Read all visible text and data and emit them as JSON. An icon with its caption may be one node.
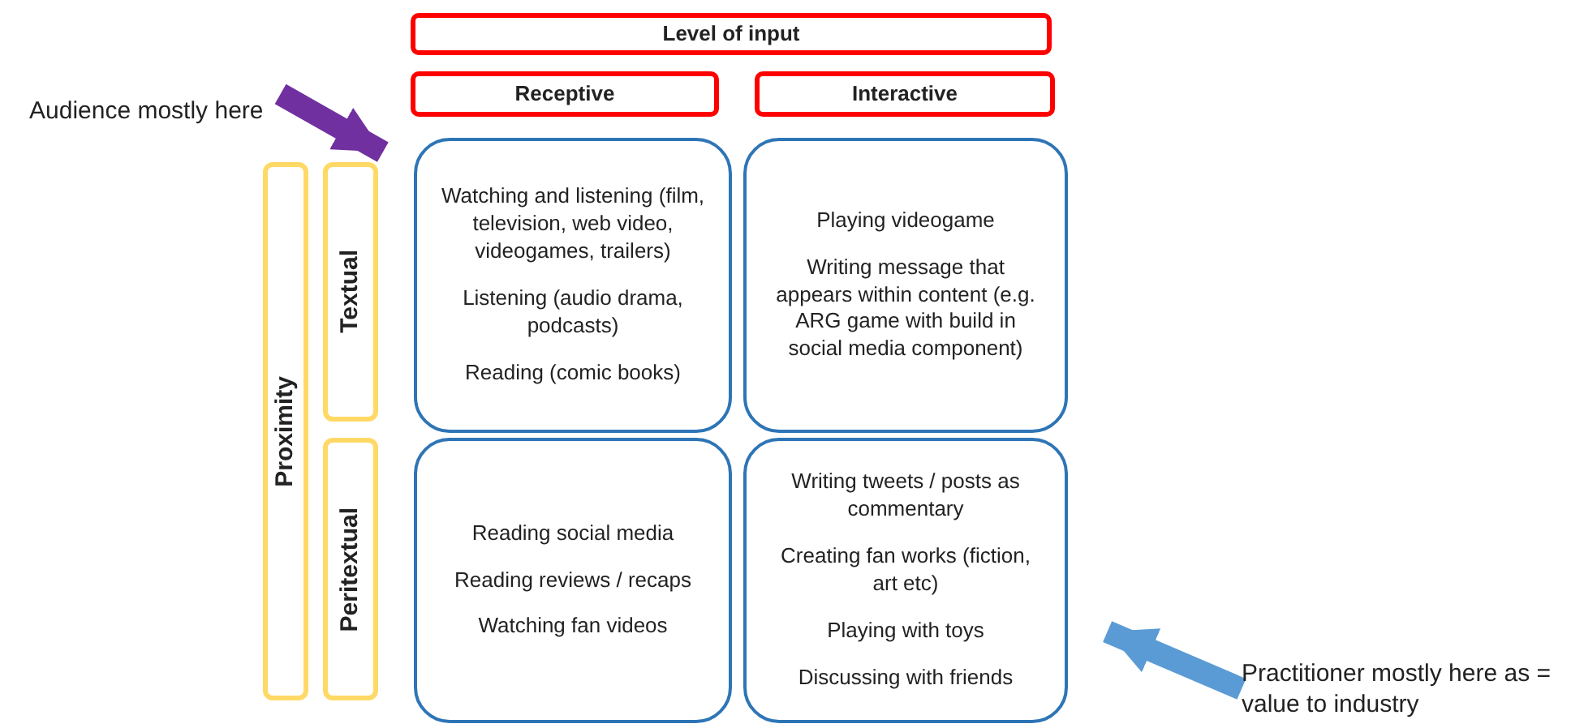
{
  "diagram": {
    "nodes": [
      {
        "text": [
          "Level of input"
        ]
      },
      {
        "text": [
          "Receptive"
        ]
      },
      {
        "text": [
          "Interactive"
        ]
      },
      {
        "text": [
          "Proximity"
        ]
      },
      {
        "text": [
          "Textual"
        ]
      },
      {
        "text": [
          "Peritextual"
        ]
      },
      {
        "text": [
          "Watching and listening (film, television, web video, videogames, trailers)",
          "Listening (audio drama, podcasts)",
          "Reading (comic books)"
        ]
      },
      {
        "text": [
          "Playing videogame",
          "Writing message that appears within content (e.g. ARG game with build in social media component)"
        ]
      },
      {
        "text": [
          "Reading social media",
          "Reading reviews / recaps",
          "Watching fan videos"
        ]
      },
      {
        "text": [
          "Writing tweets / posts as commentary",
          "Creating fan works (fiction, art etc)",
          "Playing with toys",
          "Discussing with friends"
        ]
      },
      {
        "text": [
          "Audience mostly here"
        ]
      },
      {
        "text": [
          "Practitioner mostly here as = value to industry"
        ]
      }
    ],
    "edges": [
      {
        "from": 10,
        "to": 6,
        "arrow": "to",
        "color": "#7030a0"
      },
      {
        "from": 11,
        "to": 9,
        "arrow": "to",
        "color": "#5b9bd5"
      }
    ]
  }
}
